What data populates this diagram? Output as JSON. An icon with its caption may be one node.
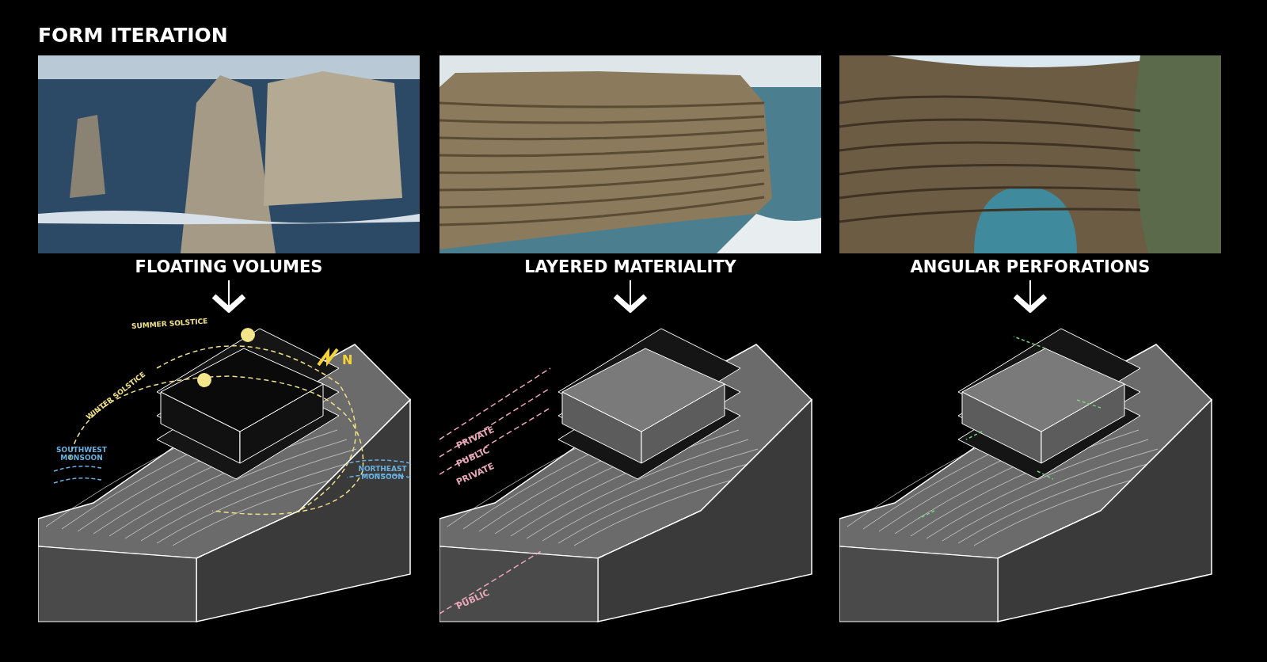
{
  "diagram": {
    "title": "FORM ITERATION",
    "nodes": [
      {
        "text": [
          "FLOATING VOLUMES"
        ]
      },
      {
        "text": [],
        "shape": "picture"
      },
      {
        "text": [
          "LAYERED MATERIALITY"
        ]
      },
      {
        "text": [],
        "shape": "picture"
      },
      {
        "text": [
          "ANGULAR PERFORATIONS"
        ]
      },
      {
        "text": [],
        "shape": "picture"
      }
    ],
    "edges": [
      {
        "from": 0,
        "to": 1,
        "arrow": "to"
      },
      {
        "from": 2,
        "to": 3,
        "arrow": "to"
      },
      {
        "from": 4,
        "to": 5,
        "arrow": "to"
      }
    ],
    "labels": [
      "SUMMER SOLSTICE",
      "N",
      "WINTER SOLSTICE",
      "SOUTHWEST MONSOON",
      "NORTHEAST MONSOON",
      "PRIVATE",
      "PUBLIC",
      "PRIVATE",
      "PUBLIC"
    ]
  }
}
